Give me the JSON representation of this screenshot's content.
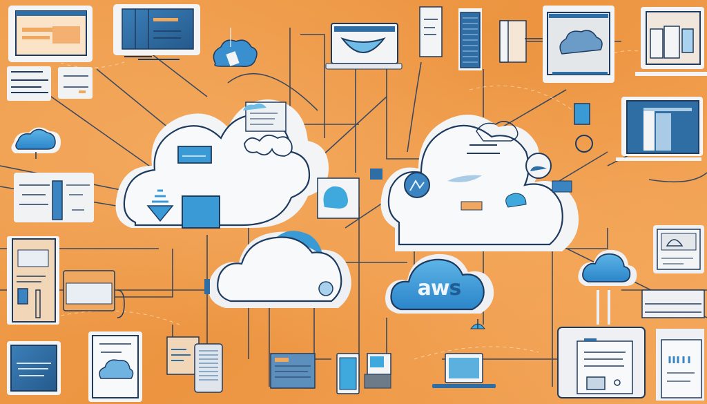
{
  "scene": {
    "title": "AWS cloud network illustration",
    "brand_label_main": "aw",
    "brand_label_tail": "s"
  },
  "colors": {
    "background": "#ef9a47",
    "navy_outline": "#1e3a5f",
    "cloud_white": "#f6f7f9",
    "cloud_blue": "#3a9ad6",
    "screen_blue": "#2f6ea5",
    "light_blue": "#7fc3e8",
    "panel_gray": "#e9ecef"
  },
  "elements": [
    {
      "type": "cloud",
      "name": "left-big-cloud",
      "style": "white-outline"
    },
    {
      "type": "cloud",
      "name": "right-big-cloud",
      "style": "white-outline"
    },
    {
      "type": "cloud",
      "name": "center-white-cloud",
      "style": "white-with-blue-accent"
    },
    {
      "type": "cloud",
      "name": "aws-cloud",
      "style": "solid-blue",
      "label": "aws"
    },
    {
      "type": "cloud",
      "name": "left-small-cloud",
      "style": "solid-blue"
    },
    {
      "type": "cloud",
      "name": "right-small-cloud",
      "style": "solid-blue"
    },
    {
      "type": "monitor",
      "name": "top-left-monitor"
    },
    {
      "type": "monitor",
      "name": "top-panel-blue"
    },
    {
      "type": "laptop",
      "name": "top-center-laptop"
    },
    {
      "type": "server",
      "name": "top-server-tower"
    },
    {
      "type": "monitor",
      "name": "top-right-cloud-monitor"
    },
    {
      "type": "laptop",
      "name": "top-right-laptop"
    },
    {
      "type": "laptop",
      "name": "right-blue-laptop"
    },
    {
      "type": "document",
      "name": "left-doc-panel"
    },
    {
      "type": "device",
      "name": "left-tall-device"
    },
    {
      "type": "tablet",
      "name": "bottom-left-tablet"
    },
    {
      "type": "document",
      "name": "bottom-left-cloud-card"
    },
    {
      "type": "server",
      "name": "bottom-server-rack"
    },
    {
      "type": "device",
      "name": "bottom-blue-box"
    },
    {
      "type": "phone",
      "name": "bottom-phone"
    },
    {
      "type": "laptop",
      "name": "bottom-small-laptop"
    },
    {
      "type": "document",
      "name": "bottom-right-printer"
    },
    {
      "type": "document",
      "name": "bottom-right-doc"
    },
    {
      "type": "monitor",
      "name": "right-chart-monitor"
    }
  ]
}
